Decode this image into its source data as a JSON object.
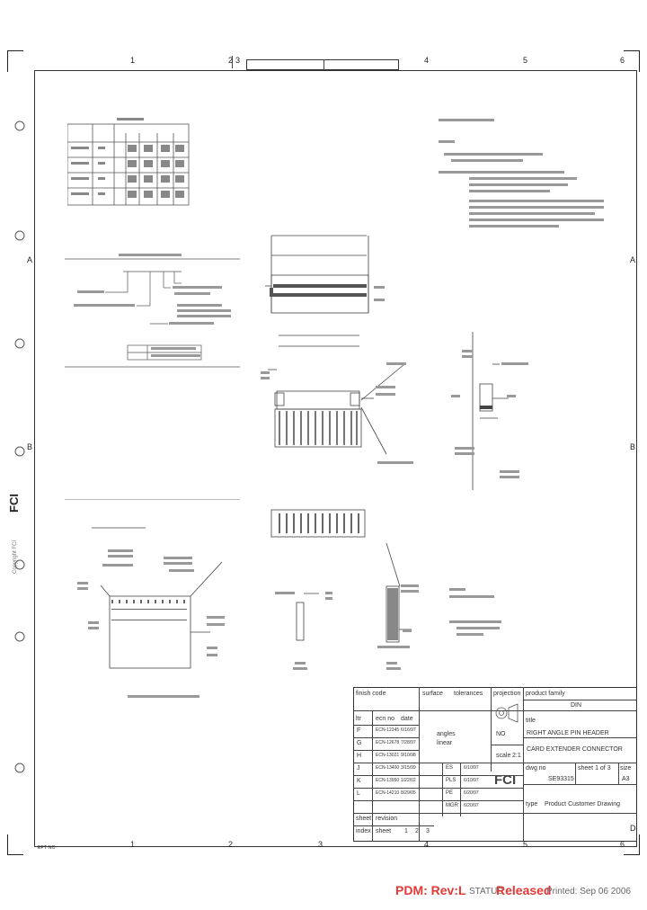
{
  "zones": {
    "top": [
      "1",
      "2",
      "3",
      "4",
      "5",
      "6"
    ],
    "bottom": [
      "1",
      "2",
      "3",
      "4",
      "5",
      "6"
    ],
    "left": [
      "A",
      "B"
    ],
    "right": [
      "A",
      "B",
      "D"
    ]
  },
  "title_block": {
    "finish_label": "finish code",
    "surface_label": "surface",
    "tolerances_label": "tolerances",
    "projection_label": "projection",
    "product_family_label": "product family",
    "product_family_value": "DIN",
    "title_label": "title",
    "title_line1": "RIGHT ANGLE PIN HEADER",
    "title_line2": "CARD EXTENDER CONNECTOR",
    "drawing_no_label": "dwg no",
    "sheet_label": "sheet 1 of 3",
    "size_label": "size",
    "size_value": "A3",
    "drawing_number": "SE93315",
    "type_label": "type",
    "type_value": "Product Customer Drawing",
    "scale_label": "scale",
    "scale_value": "2:1",
    "linear_label": "linear",
    "angles_label": "angles",
    "no_label": "NO",
    "rev_header": "ltr",
    "ecn_header": "ecn no",
    "date_header": "date",
    "sheet_row_label": "sheet",
    "revision_row_label": "revision",
    "index_row_label": "index",
    "index_sheet_label": "sheet",
    "index_values": [
      "1",
      "2",
      "3"
    ],
    "revisions": [
      {
        "ltr": "F",
        "ecn": "ECN-12345",
        "date": "6/16/97"
      },
      {
        "ltr": "G",
        "ecn": "ECN-12678",
        "date": "7/28/97"
      },
      {
        "ltr": "H",
        "ecn": "ECN-13021",
        "date": "9/10/98"
      },
      {
        "ltr": "J",
        "ecn": "ECN-13400",
        "date": "3/15/99"
      },
      {
        "ltr": "K",
        "ecn": "ECN-13950",
        "date": "1/22/02"
      },
      {
        "ltr": "L",
        "ecn": "ECN-14210",
        "date": "8/29/05"
      }
    ],
    "approvals": [
      {
        "role": "ES",
        "date": "6/10/97"
      },
      {
        "role": "PLS",
        "date": "6/10/97"
      },
      {
        "role": "PE",
        "date": "6/20/97"
      },
      {
        "role": "MGR",
        "date": "6/20/97"
      }
    ]
  },
  "side_labels": {
    "brand": "FCI",
    "copyright": "Copyright FCI"
  },
  "footer": {
    "pdm": "PDM: Rev:L",
    "status_label": "STATUS",
    "status_value": "Released",
    "printed": "Printed: Sep 06 2006"
  },
  "bottom_left_note": "EPT NO"
}
